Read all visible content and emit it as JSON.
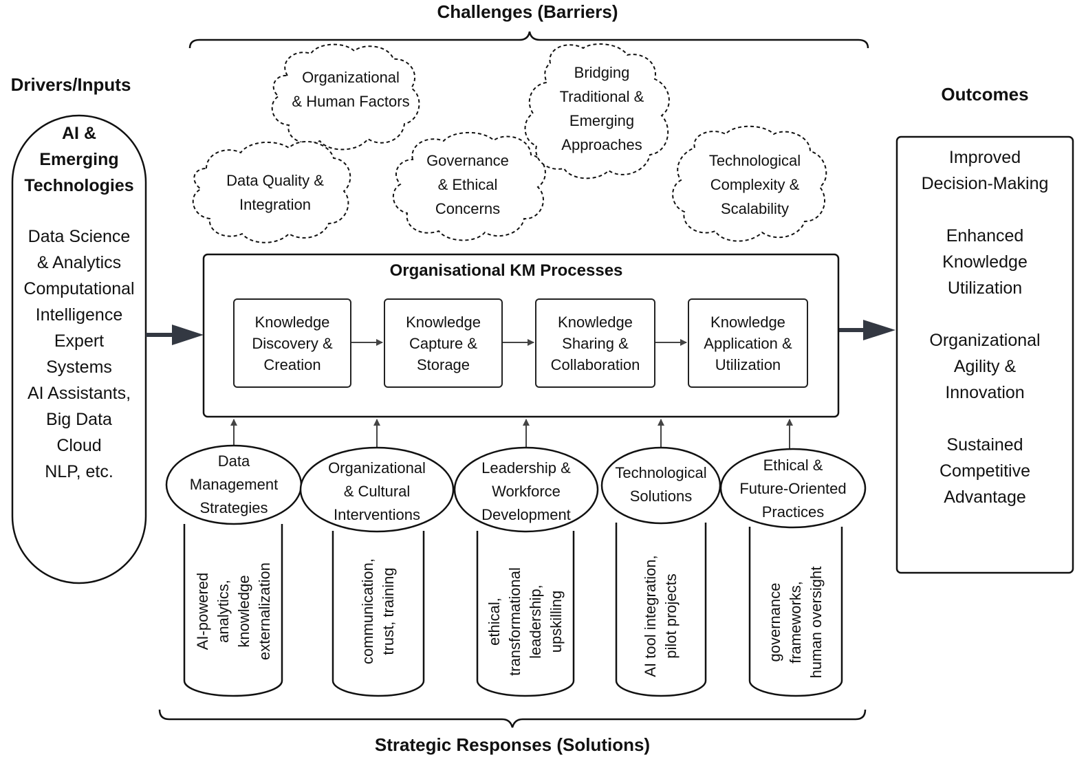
{
  "headings": {
    "challenges": "Challenges (Barriers)",
    "drivers": "Drivers/Inputs",
    "outcomes": "Outcomes",
    "strategic": "Strategic Responses (Solutions)"
  },
  "drivers": {
    "title_lines": [
      "AI &",
      "Emerging",
      "Technologies"
    ],
    "items": [
      "Data Science",
      "& Analytics",
      "Computational",
      "Intelligence",
      "Expert",
      "Systems",
      "AI Assistants,",
      "Big Data",
      "Cloud",
      "NLP, etc."
    ]
  },
  "challenges": [
    [
      "Organizational",
      "& Human Factors"
    ],
    [
      "Data Quality &",
      "Integration"
    ],
    [
      "Governance",
      "& Ethical",
      "Concerns"
    ],
    [
      "Bridging",
      "Traditional &",
      "Emerging",
      "Approaches"
    ],
    [
      "Technological",
      "Complexity &",
      "Scalability"
    ]
  ],
  "km": {
    "title": "Organisational KM Processes",
    "processes": [
      [
        "Knowledge",
        "Discovery &",
        "Creation"
      ],
      [
        "Knowledge",
        "Capture &",
        "Storage"
      ],
      [
        "Knowledge",
        "Sharing &",
        "Collaboration"
      ],
      [
        "Knowledge",
        "Application &",
        "Utilization"
      ]
    ]
  },
  "strategies": [
    {
      "label": [
        "Data",
        "Management",
        "Strategies"
      ],
      "detail": [
        "AI-powered",
        "analytics,",
        "knowledge",
        "externalization"
      ]
    },
    {
      "label": [
        "Organizational",
        "& Cultural",
        "Interventions"
      ],
      "detail": [
        "communication,",
        "trust, training"
      ]
    },
    {
      "label": [
        "Leadership &",
        "Workforce",
        "Development"
      ],
      "detail": [
        "ethical,",
        "transformational",
        "leadership,",
        "upskilling"
      ]
    },
    {
      "label": [
        "Technological",
        "Solutions"
      ],
      "detail": [
        "AI tool integration,",
        "pilot projects"
      ]
    },
    {
      "label": [
        "Ethical &",
        "Future-Oriented",
        "Practices"
      ],
      "detail": [
        "governance",
        "frameworks,",
        "human oversight"
      ]
    }
  ],
  "outcomes": [
    [
      "Improved",
      "Decision-Making"
    ],
    [
      "Enhanced",
      "Knowledge",
      "Utilization"
    ],
    [
      "Organizational",
      "Agility &",
      "Innovation"
    ],
    [
      "Sustained",
      "Competitive",
      "Advantage"
    ]
  ]
}
